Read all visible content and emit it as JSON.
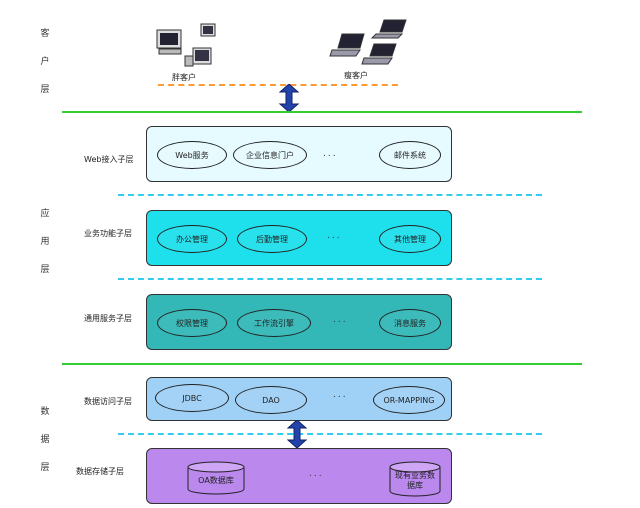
{
  "tiers": {
    "client": "客\n户\n层",
    "app": "应\n用\n层",
    "data": "数\n据\n层"
  },
  "clients": {
    "fat": "胖客户",
    "thin": "瘦客户"
  },
  "web_layer": {
    "label": "Web接入子层",
    "items": [
      "Web服务",
      "企业信息门户",
      "邮件系统"
    ],
    "dots": "..."
  },
  "biz_layer": {
    "label": "业务功能子层",
    "items": [
      "办公管理",
      "后勤管理",
      "其他管理"
    ],
    "dots": "..."
  },
  "common_layer": {
    "label": "通用服务子层",
    "items": [
      "权限管理",
      "工作流引擎",
      "消息服务"
    ],
    "dots": "..."
  },
  "access_layer": {
    "label": "数据访问子层",
    "items": [
      "JDBC",
      "DAO",
      "OR-MAPPING"
    ],
    "dots": "..."
  },
  "storage_layer": {
    "label": "数据存储子层",
    "items": [
      "OA数据库",
      "现有业务数据库"
    ],
    "dots": "..."
  },
  "colors": {
    "web": "#e6fbff",
    "biz": "#1de0ec",
    "common": "#33b7b7",
    "access": "#9fd0f6",
    "storage": "#bb88ee",
    "arrow": "#2244aa"
  }
}
